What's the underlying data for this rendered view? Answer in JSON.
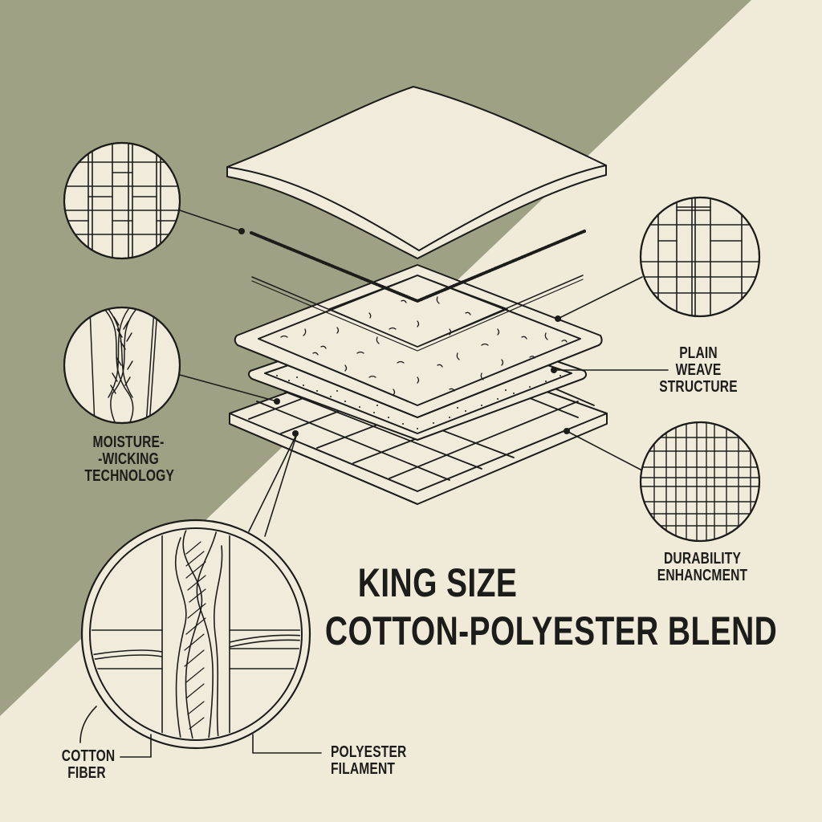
{
  "colors": {
    "background_sage": "#9ea184",
    "background_cream": "#f0ead9",
    "ink": "#1c1c1a",
    "fill": "#f1ebdb"
  },
  "title": {
    "line1": "KING SIZE",
    "line2": "COTTON-POLYESTER BLEND"
  },
  "callouts": {
    "moisture": {
      "line1": "MOISTURE-",
      "line2": "-WICKING",
      "line3": "TECHNOLOGY",
      "icon": "twisted-fiber-icon"
    },
    "plain_weave": {
      "line1": "PLAIN",
      "line2": "WEAVE",
      "line3": "STRUCTURE",
      "icon": "plain-weave-icon"
    },
    "durability": {
      "line1": "DURABILITY",
      "line2": "ENHANCMENT",
      "icon": "complex-weave-icon"
    },
    "cotton": {
      "line1": "COTTON",
      "line2": "FIBER"
    },
    "polyester": {
      "line1": "POLYESTER",
      "line2": "FILAMENT"
    },
    "top_left_detail": {
      "icon": "basket-weave-icon"
    }
  },
  "layers": [
    {
      "name": "pillow-top-layer"
    },
    {
      "name": "stitched-seam-line"
    },
    {
      "name": "fiber-fill-layer"
    },
    {
      "name": "speckled-inner-layer"
    },
    {
      "name": "grid-base-layer"
    }
  ]
}
